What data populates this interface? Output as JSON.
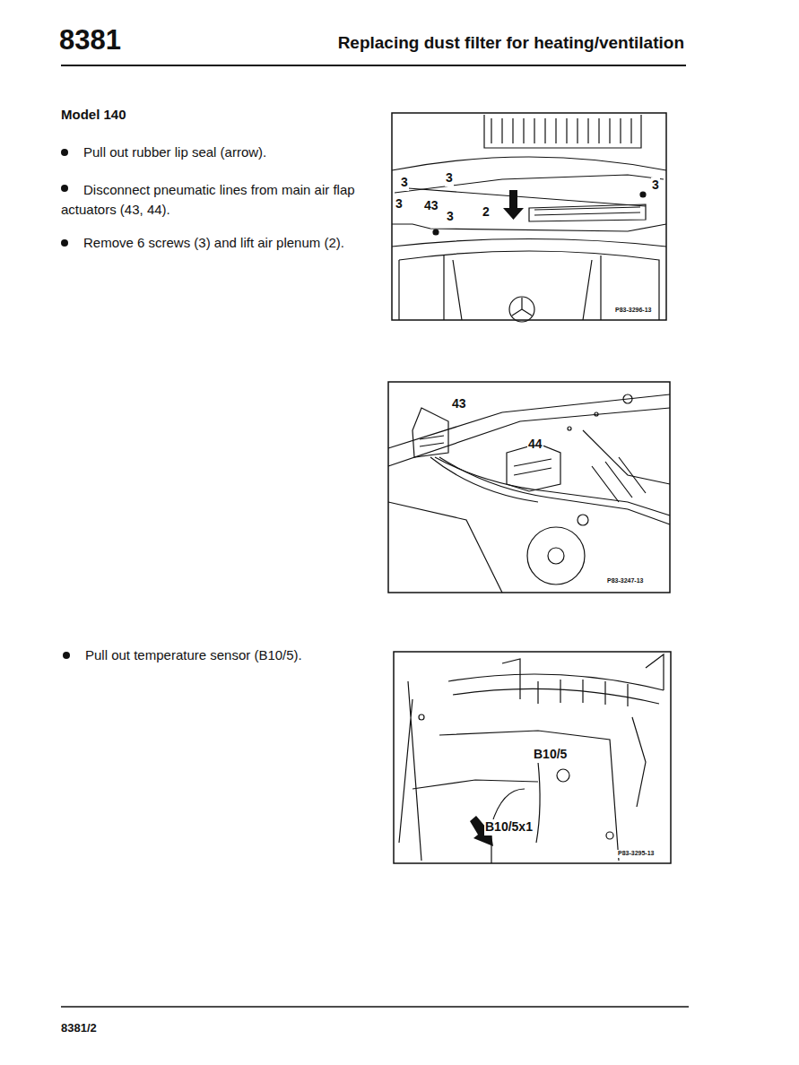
{
  "diagram": {
    "title": "Replacing dust filter for heating/ventilation",
    "labels": [
      "8381",
      "Model 140",
      "Pull out rubber lip seal (arrow).",
      "Disconnect pneumatic lines from main air flap actuators (43, 44).",
      "Remove 6 screws (3) and lift air plenum (2).",
      "Pull out temperature sensor (B10/5).",
      "8381/2",
      "3",
      "3",
      "3",
      "3",
      "43",
      "3",
      "2",
      "P83-3296-13",
      "43",
      "44",
      "P83-3247-13",
      "B10/5",
      "B10/5x1",
      "P83-3295-13"
    ]
  }
}
